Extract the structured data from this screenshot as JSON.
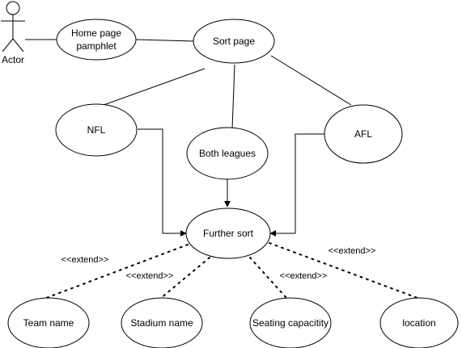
{
  "actor": {
    "label": "Actor"
  },
  "use_cases": {
    "home": {
      "line1": "Home page",
      "line2": "pamphlet"
    },
    "sort": "Sort page",
    "nfl": "NFL",
    "both": "Both leagues",
    "afl": "AFL",
    "further": "Further sort",
    "team": "Team name",
    "stadium": "Stadium name",
    "seating": "Seating capacitity",
    "location": "location"
  },
  "relations": {
    "extend_1": "<<extend>>",
    "extend_2": "<<extend>>",
    "extend_3": "<<extend>>",
    "extend_4": "<<extend>>"
  },
  "colors": {
    "stroke": "#000000",
    "fill": "#ffffff",
    "background": "#ffffff"
  }
}
